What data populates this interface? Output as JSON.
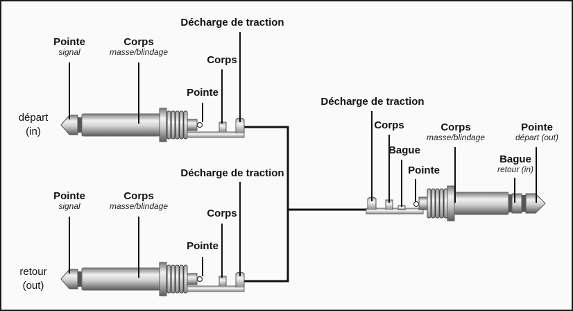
{
  "plug_top": {
    "tip": {
      "title": "Pointe",
      "sub": "signal"
    },
    "sleeve": {
      "title": "Corps",
      "sub": "masse/blindage"
    },
    "strain_relief": "Décharge de traction",
    "body_terminal": "Corps",
    "tip_terminal": "Pointe",
    "side_label": [
      "départ",
      "(in)"
    ]
  },
  "plug_bottom": {
    "tip": {
      "title": "Pointe",
      "sub": "signal"
    },
    "sleeve": {
      "title": "Corps",
      "sub": "masse/blindage"
    },
    "strain_relief": "Décharge de traction",
    "body_terminal": "Corps",
    "tip_terminal": "Pointe",
    "side_label": [
      "retour",
      "(out)"
    ]
  },
  "plug_trs": {
    "strain_relief": "Décharge de traction",
    "body_terminal": "Corps",
    "ring_terminal": "Bague",
    "tip_terminal": "Pointe",
    "sleeve": {
      "title": "Corps",
      "sub": "masse/blindage"
    },
    "ring": {
      "title": "Bague",
      "sub": "retour (in)"
    },
    "tip": {
      "title": "Pointe",
      "sub": "départ (out)"
    }
  },
  "colors": {
    "frame": "#1a1a1a",
    "metal_light": "#e6e6e6",
    "metal_dark": "#6e6e6e",
    "cable": "#111111"
  }
}
